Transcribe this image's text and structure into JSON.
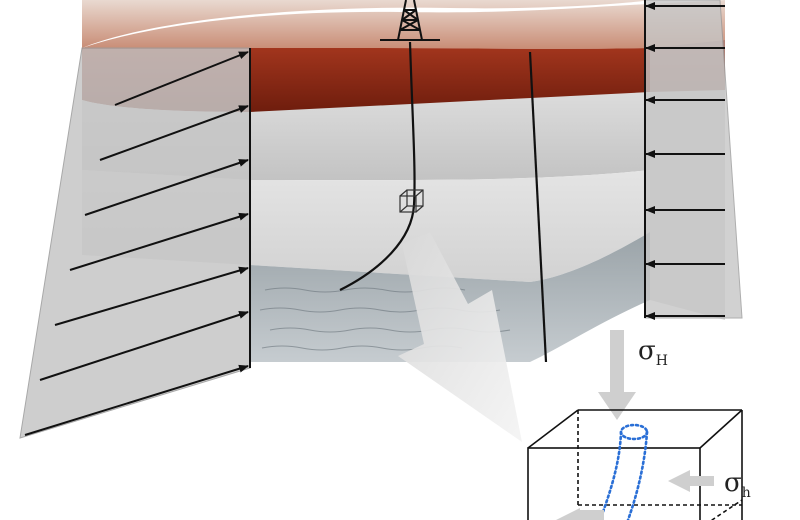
{
  "diagram": {
    "stress_labels": {
      "vertical": {
        "symbol": "σ",
        "subscript": "H"
      },
      "horizontal": {
        "symbol": "σ",
        "subscript": "h"
      }
    },
    "icons": [
      "drilling-rig-icon",
      "wellbore-trajectory",
      "rock-element-cube",
      "stress-arrow"
    ],
    "colors": {
      "soil_red": "#8a2a17",
      "rock_gray": "#c9c9c9",
      "rock_light": "#dcdcdc",
      "water_gray": "#8f99a0",
      "stress_fill": "#cfcfcf",
      "arrow": "#111111",
      "borehole_dotted": "#2a6fd6"
    }
  }
}
